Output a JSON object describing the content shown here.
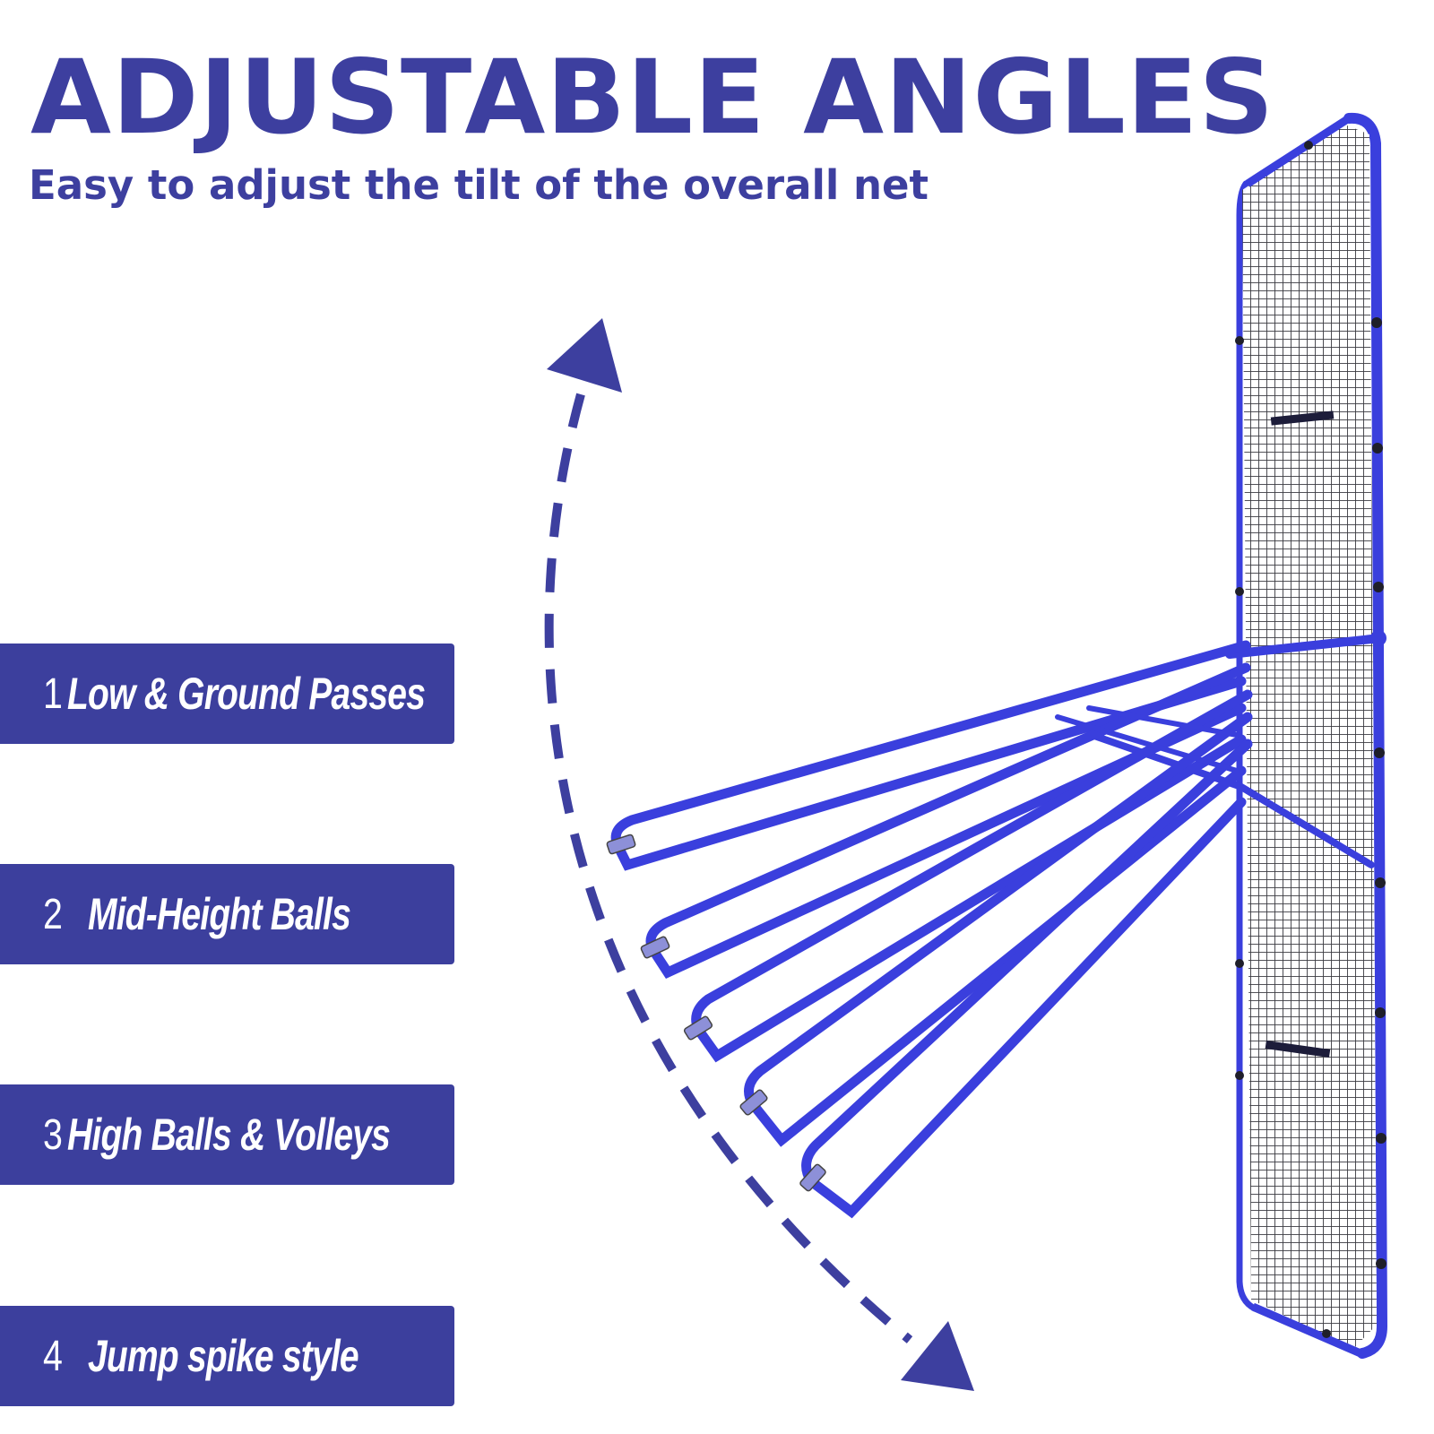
{
  "header": {
    "title": "ADJUSTABLE ANGLES",
    "subtitle": "Easy to adjust the tilt of the overall net"
  },
  "angle_labels": [
    {
      "number": "1",
      "text": "Low & Ground Passes"
    },
    {
      "number": "2",
      "text": "Mid-Height Balls"
    },
    {
      "number": "3",
      "text": "High Balls & Volleys"
    },
    {
      "number": "4",
      "text": "Jump spike style"
    }
  ],
  "colors": {
    "brand_blue": "#3d3f9f",
    "frame_blue": "#3a3fdd",
    "label_background": "#3c3f9d",
    "label_text": "#ffffff",
    "net_grey": "#2c2c32"
  },
  "icons": {
    "arc_arrow": "dashed-curved-double-arrow-icon",
    "product": "rebounder-net-frame-illustration"
  }
}
